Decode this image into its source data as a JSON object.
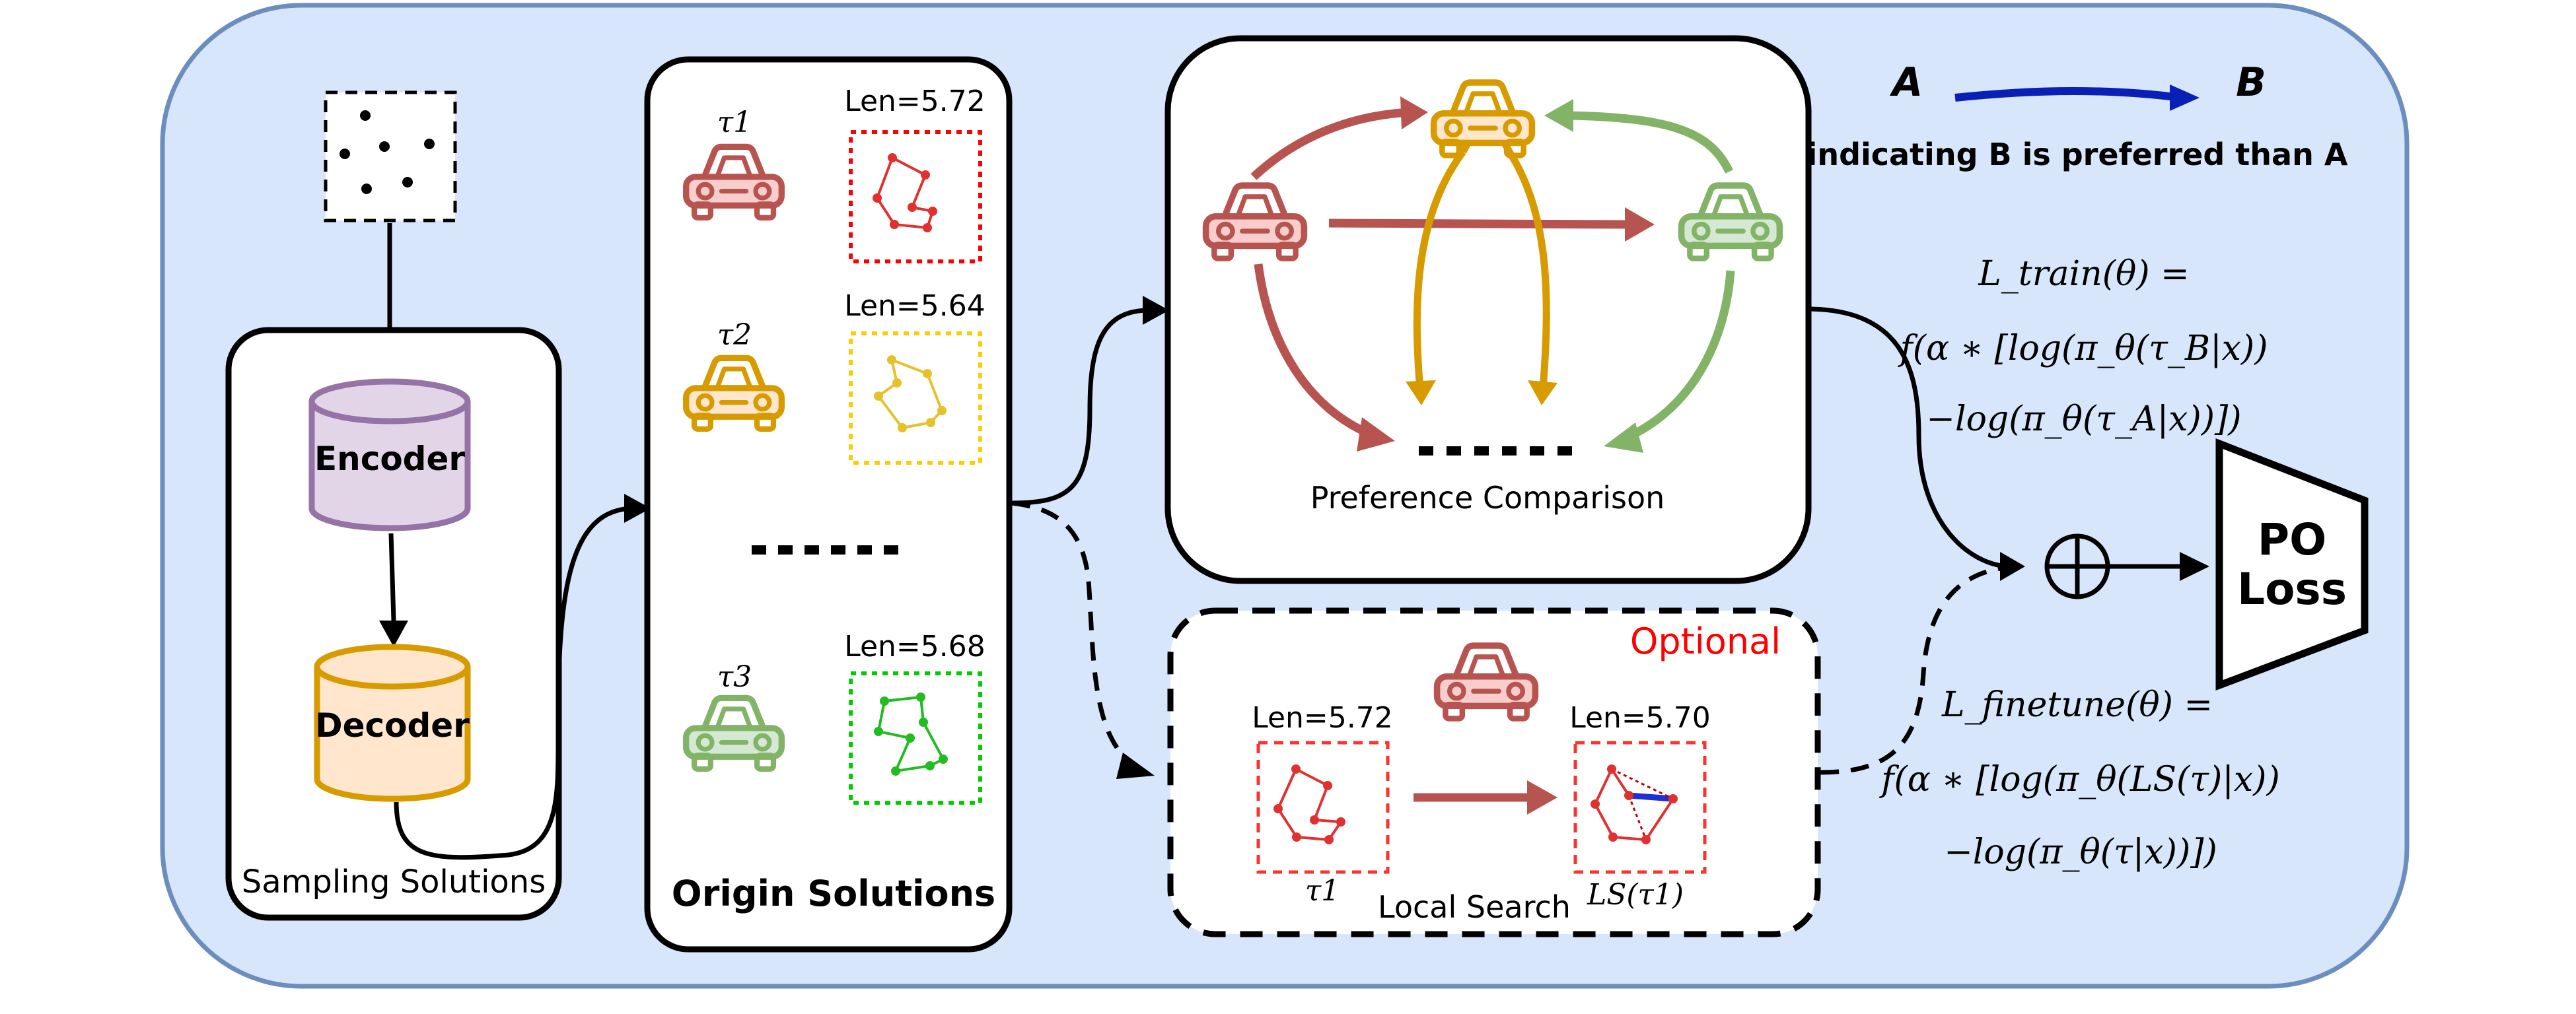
{
  "boxes": {
    "sampling_label": "Sampling Solutions",
    "origin_label": "Origin Solutions",
    "preference_label": "Preference Comparison",
    "local_search_label": "Local Search",
    "optional_label": "Optional",
    "po_loss_line1": "PO",
    "po_loss_line2": "Loss"
  },
  "model": {
    "encoder_label": "Encoder",
    "decoder_label": "Decoder"
  },
  "solutions": [
    {
      "tau": "τ1",
      "len": "Len=5.72",
      "color": "#d9544f"
    },
    {
      "tau": "τ2",
      "len": "Len=5.64",
      "color": "#e6c12a"
    },
    {
      "tau": "τ3",
      "len": "Len=5.68",
      "color": "#33c233"
    }
  ],
  "local_search": {
    "before_len": "Len=5.72",
    "after_len": "Len=5.70",
    "before_tau": "τ1",
    "after_label": "LS(τ1)"
  },
  "legend": {
    "a_label": "A",
    "b_label": "B",
    "caption": "indicating B is preferred than A"
  },
  "formulas": {
    "train_line1": "L_train(θ) =",
    "train_line2": "f(α ∗ [log(π_θ(τ_B|x))",
    "train_line3": "−log(π_θ(τ_A|x))])",
    "finetune_line1": "L_finetune(θ) =",
    "finetune_line2": "f(α ∗ [log(π_θ(LS(τ)|x))",
    "finetune_line3": "−log(π_θ(τ|x))])"
  },
  "colors": {
    "background_panel": "#d7e6fb",
    "panel_border": "#6c8ebf",
    "car_red": "#b85450",
    "car_red_fill": "#f8cecc",
    "car_yellow": "#d79b00",
    "car_yellow_fill": "#ffe6cc",
    "car_green": "#82b366",
    "car_green_fill": "#d5e8d4",
    "encoder_fill": "#e1d5e7",
    "encoder_stroke": "#9673a6",
    "decoder_fill": "#ffe6cc",
    "decoder_stroke": "#d79b00",
    "optional_red": "#ff0000",
    "legend_arrow": "#0a1fb5"
  },
  "icons": [
    "car-icon",
    "point-set-icon",
    "encoder-cylinder-icon",
    "decoder-cylinder-icon",
    "xor-sum-icon",
    "tour-icon"
  ]
}
